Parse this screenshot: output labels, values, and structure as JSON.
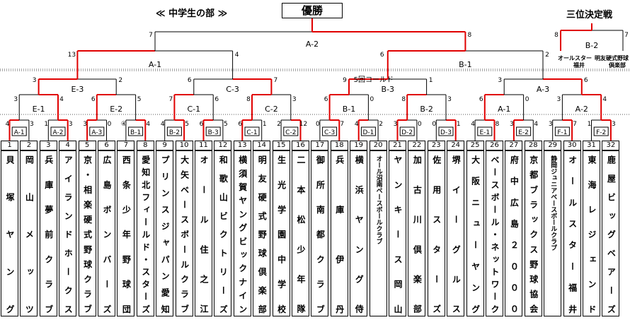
{
  "header": {
    "section_title": "≪ 中学生の部 ≫",
    "final_label": "優勝",
    "third_place_label": "三位決定戦"
  },
  "teams": [
    {
      "num": "1",
      "name": "貝塚ヤング"
    },
    {
      "num": "2",
      "name": "岡山メッツ"
    },
    {
      "num": "3",
      "name": "兵庫夢前クラブ"
    },
    {
      "num": "4",
      "name": "アイランドホークス"
    },
    {
      "num": "5",
      "name": "京・相楽硬式野球クラブ"
    },
    {
      "num": "6",
      "name": "広島ボンバーズ"
    },
    {
      "num": "7",
      "name": "西条少年野球団"
    },
    {
      "num": "8",
      "name": "愛知北フィールド・スターズ"
    },
    {
      "num": "9",
      "name": "プリンスジャパン愛知"
    },
    {
      "num": "10",
      "name": "大矢ベースボールクラブ"
    },
    {
      "num": "11",
      "name": "オール住之江"
    },
    {
      "num": "12",
      "name": "和歌山ビクトリーズ"
    },
    {
      "num": "13",
      "name": "横須賀ヤングビックナイン"
    },
    {
      "num": "14",
      "name": "明友硬式野球倶楽部"
    },
    {
      "num": "15",
      "name": "生光学園中学校"
    },
    {
      "num": "16",
      "name": "二本松少年隊"
    },
    {
      "num": "17",
      "name": "御所南都クラブ"
    },
    {
      "num": "18",
      "name": "兵庫伊丹"
    },
    {
      "num": "19",
      "name": "横浜ヤング侍"
    },
    {
      "num": "20",
      "name": "オール沼南ベースボールクラブ"
    },
    {
      "num": "21",
      "name": "ヤンキース岡山"
    },
    {
      "num": "22",
      "name": "加古川倶楽部"
    },
    {
      "num": "23",
      "name": "佐用スターズ"
    },
    {
      "num": "24",
      "name": "堺イーグルス"
    },
    {
      "num": "25",
      "name": "大阪ニューヤング"
    },
    {
      "num": "26",
      "name": "ベースボール・ネットワーク"
    },
    {
      "num": "27",
      "name": "府中広島２０００"
    },
    {
      "num": "28",
      "name": "京都ブラックス野球協会"
    },
    {
      "num": "29",
      "name": "静岡ジュニアベースボールクラブ"
    },
    {
      "num": "30",
      "name": "オールスター福井"
    },
    {
      "num": "31",
      "name": "東海レジェンド"
    },
    {
      "num": "32",
      "name": "鹿屋ビッグベアーズ"
    }
  ],
  "round1": [
    {
      "label": "A-1",
      "l": "4",
      "r": "3"
    },
    {
      "label": "A-2",
      "l": "1",
      "r": "3"
    },
    {
      "label": "A-3",
      "l": "3",
      "r": "0"
    },
    {
      "label": "B-1",
      "l": "④",
      "r": "4"
    },
    {
      "label": "B-2",
      "l": "4",
      "r": "5"
    },
    {
      "label": "B-3",
      "l": "6",
      "r": "5"
    },
    {
      "label": "C-1",
      "l": "6",
      "r": "1"
    },
    {
      "label": "C-2",
      "l": "2",
      "r": "12"
    },
    {
      "label": "C-3",
      "l": "0",
      "r": "7"
    },
    {
      "label": "D-1",
      "l": "4",
      "r": "2"
    },
    {
      "label": "D-2",
      "l": "3",
      "r": "0"
    },
    {
      "label": "D-3",
      "l": "0",
      "r": "1"
    },
    {
      "label": "E-1",
      "l": "4",
      "r": "8"
    },
    {
      "label": "E-2",
      "l": "3",
      "r": "4"
    },
    {
      "label": "F-1",
      "l": "3",
      "r": "7"
    },
    {
      "label": "F-2",
      "l": "1",
      "r": "3"
    }
  ],
  "round2": [
    {
      "label": "E-1",
      "l": "3",
      "r": "4"
    },
    {
      "label": "E-2",
      "l": "6",
      "r": "5"
    },
    {
      "label": "C-1",
      "l": "7",
      "r": "6"
    },
    {
      "label": "C-2",
      "l": "8",
      "r": "3"
    },
    {
      "label": "B-1",
      "l": "6",
      "r": "0"
    },
    {
      "label": "B-2",
      "l": "8",
      "r": "3"
    },
    {
      "label": "A-1",
      "l": "6",
      "r": "0"
    },
    {
      "label": "A-2",
      "l": "3",
      "r": "4"
    }
  ],
  "round3": [
    {
      "label": "E-3",
      "l": "3",
      "r": "2"
    },
    {
      "label": "C-3",
      "l": "6",
      "r": "7"
    },
    {
      "label": "B-3",
      "l": "9",
      "r": "1"
    },
    {
      "label": "A-3",
      "l": "3",
      "r": "6"
    }
  ],
  "round3_note": "5回コールド",
  "round4": [
    {
      "label": "A-1",
      "l": "13",
      "r": "4"
    },
    {
      "label": "B-1",
      "l": "6",
      "r": "2"
    }
  ],
  "final": {
    "label": "A-2",
    "l": "7",
    "r": "8"
  },
  "third_place": {
    "label": "B-2",
    "l": "8",
    "r": "7",
    "left_team": [
      "オールスター",
      "福井"
    ],
    "right_team": [
      "明友硬式野球",
      "倶楽部"
    ]
  },
  "colors": {
    "win": "#e00000",
    "line": "#000000",
    "dotted": "#555555"
  }
}
